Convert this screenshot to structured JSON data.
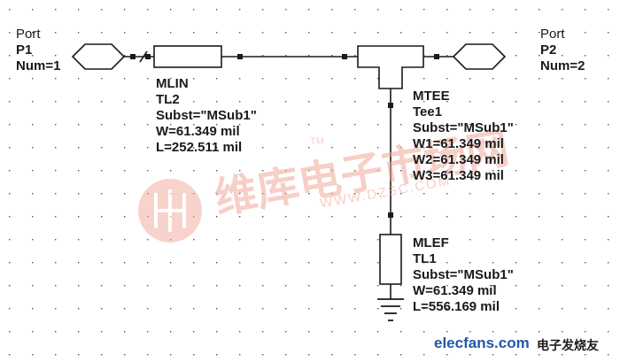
{
  "components": {
    "port1": {
      "type": "Port",
      "name": "P1",
      "num": "Num=1"
    },
    "port2": {
      "type": "Port",
      "name": "P2",
      "num": "Num=2"
    },
    "tl2": {
      "model": "MLIN",
      "name": "TL2",
      "subst": "Subst=\"MSub1\"",
      "w": "W=61.349 mil",
      "l": "L=252.511 mil"
    },
    "tee1": {
      "model": "MTEE",
      "name": "Tee1",
      "subst": "Subst=\"MSub1\"",
      "w1": "W1=61.349 mil",
      "w2": "W2=61.349 mil",
      "w3": "W3=61.349 mil"
    },
    "tl1": {
      "model": "MLEF",
      "name": "TL1",
      "subst": "Subst=\"MSub1\"",
      "w": "W=61.349 mil",
      "l": "L=556.169 mil"
    }
  },
  "watermark": {
    "chinese": "维库电子市场网",
    "tm": "TM",
    "url": "WWW.DZSC.COM"
  },
  "credit": {
    "site": "elecfans.com",
    "chinese": "电子发烧友"
  },
  "colors": {
    "wire": "#1a1a1a",
    "watermark": "#f0a898",
    "credit_blue": "#2456a6",
    "background": "#ffffff"
  }
}
